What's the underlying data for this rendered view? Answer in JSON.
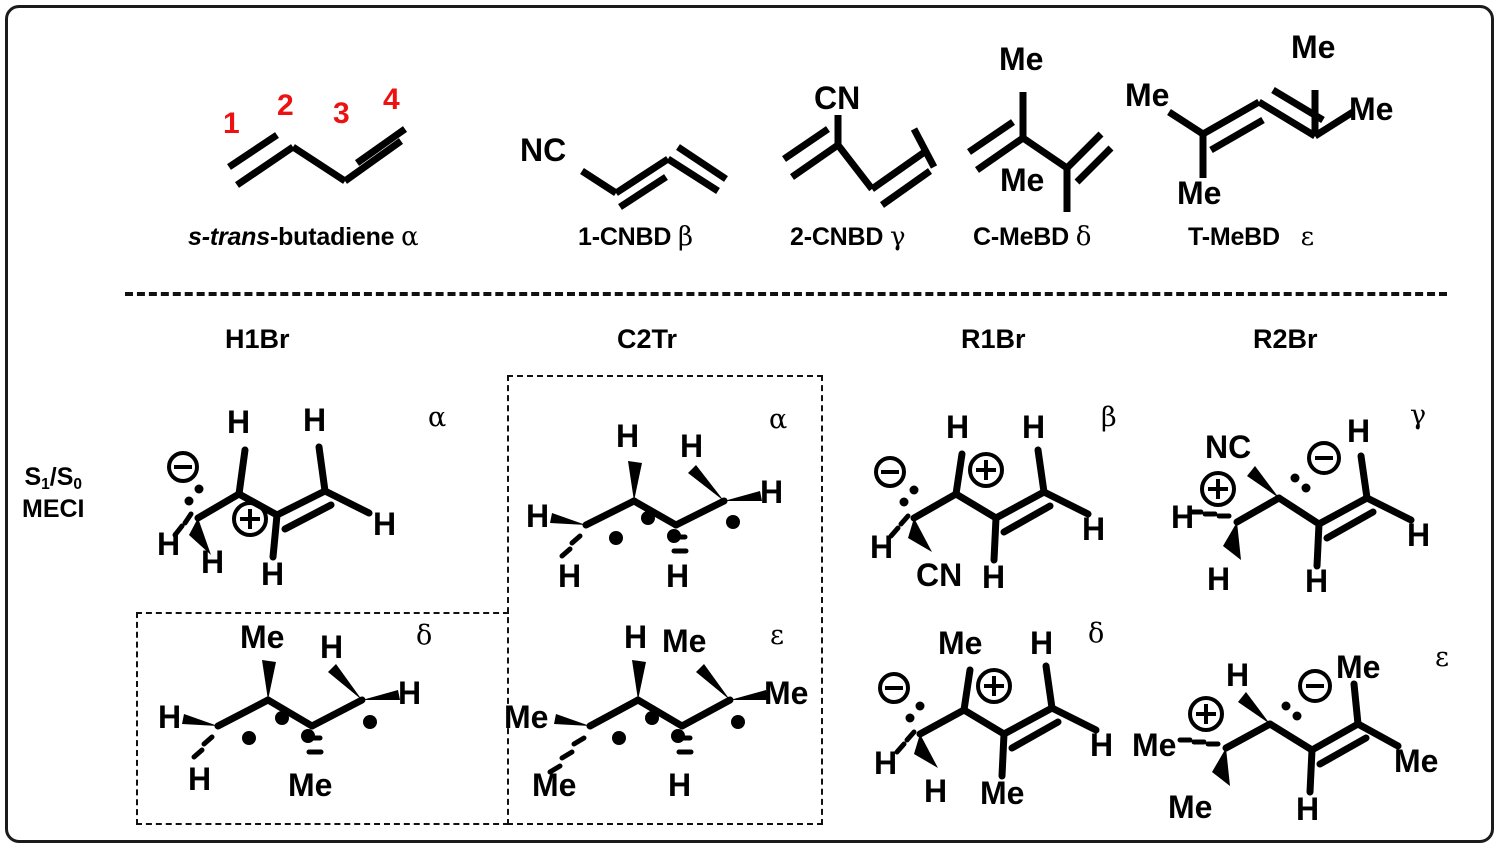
{
  "figure": {
    "border_color": "#1b1b1b",
    "accent_red": "#ee1111"
  },
  "top_row": {
    "molecules": [
      {
        "name": "s-trans-butadiene",
        "name_italic_part": "s-trans",
        "name_rest": "-butadiene",
        "greek": "α",
        "atom_numbers": [
          "1",
          "2",
          "3",
          "4"
        ],
        "substituents": []
      },
      {
        "name": "1-CNBD",
        "greek": "β",
        "substituents": [
          "NC"
        ]
      },
      {
        "name": "2-CNBD",
        "greek": "γ",
        "substituents": [
          "CN"
        ]
      },
      {
        "name": "C-MeBD",
        "greek": "δ",
        "substituents": [
          "Me",
          "Me"
        ]
      },
      {
        "name": "T-MeBD",
        "greek": "ε",
        "substituents": [
          "Me",
          "Me",
          "Me",
          "Me"
        ]
      }
    ]
  },
  "row_label": {
    "line1_prefix": "S",
    "line1_sub1": "1",
    "line1_mid": "/S",
    "line1_sub2": "0",
    "line2": "MECI"
  },
  "columns": [
    {
      "header": "H1Br"
    },
    {
      "header": "C2Tr"
    },
    {
      "header": "R1Br"
    },
    {
      "header": "R2Br"
    }
  ],
  "meci_structures": [
    {
      "column": "H1Br",
      "greek": "α",
      "charges": [
        "⊖",
        "⊕"
      ],
      "atom_labels": [
        "H",
        "H",
        "H",
        "H",
        "H",
        "H"
      ],
      "boxed": false
    },
    {
      "column": "C2Tr",
      "greek": "α",
      "charges": [],
      "atom_labels": [
        "H",
        "H",
        "H",
        "H",
        "H",
        "H"
      ],
      "radical_dots": 4,
      "boxed": true
    },
    {
      "column": "R1Br",
      "greek": "β",
      "charges": [
        "⊖",
        "⊕"
      ],
      "atom_labels": [
        "H",
        "H",
        "H",
        "H",
        "CN"
      ],
      "boxed": false
    },
    {
      "column": "R2Br",
      "greek": "γ",
      "charges": [
        "⊖",
        "⊕"
      ],
      "atom_labels": [
        "NC",
        "H",
        "H",
        "H",
        "H"
      ],
      "boxed": false
    },
    {
      "column": "H1Br",
      "greek": "δ",
      "charges": [],
      "atom_labels": [
        "Me",
        "H",
        "H",
        "H",
        "H",
        "Me"
      ],
      "radical_dots": 4,
      "boxed": true
    },
    {
      "column": "C2Tr",
      "greek": "ε",
      "charges": [],
      "atom_labels": [
        "H",
        "Me",
        "Me",
        "Me",
        "Me",
        "H"
      ],
      "radical_dots": 4,
      "boxed": true
    },
    {
      "column": "R1Br",
      "greek": "δ",
      "charges": [
        "⊖",
        "⊕"
      ],
      "atom_labels": [
        "Me",
        "H",
        "H",
        "H",
        "Me"
      ],
      "boxed": false
    },
    {
      "column": "R2Br",
      "greek": "ε",
      "charges": [
        "⊖",
        "⊕"
      ],
      "atom_labels": [
        "H",
        "Me",
        "Me",
        "Me",
        "Me",
        "H"
      ],
      "boxed": false
    }
  ]
}
